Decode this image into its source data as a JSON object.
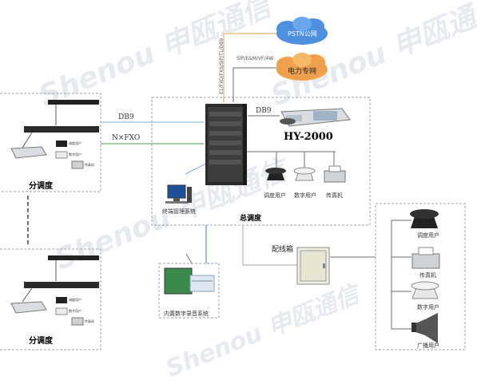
{
  "colors": {
    "line_blue": "#7aa8d8",
    "line_gray": "#6e6e6e",
    "line_orange": "#e0a050",
    "line_green": "#4e9a4e",
    "pstn_fill": "#4f8fe0",
    "power_fill": "#f0a04b",
    "watermark": "#c8d0de"
  },
  "watermark": {
    "text": "Shenou 申瓯通信"
  },
  "cloud_pstn": {
    "label": "PSTN公网"
  },
  "cloud_power": {
    "label": "电力专网"
  },
  "link_labels": {
    "vertical_left": "E1/FXO/FXS/SIP/T1/DB9",
    "vertical_right": "SIP/E&M/VF/4W",
    "db9_top": "DB9",
    "db9_left": "DB9",
    "nxfxo": "N×FXO"
  },
  "main": {
    "model": "HY-2000",
    "title": "总调度",
    "terminal_label": "终端管理系统",
    "phones": [
      "调度用户",
      "数字用户",
      "传真机"
    ]
  },
  "sub_top": {
    "title": "分调度",
    "devices": [
      "调度用户",
      "数字用户",
      "传真机"
    ]
  },
  "sub_bottom": {
    "title": "分调度",
    "devices": [
      "调度用户",
      "数字用户",
      "传真机"
    ]
  },
  "recorder": {
    "label": "内置数字录音系统"
  },
  "distribution": {
    "label": "配线箱"
  },
  "right_group": {
    "items": [
      "调度用户",
      "传真机",
      "数字用户",
      "广播用户"
    ]
  }
}
